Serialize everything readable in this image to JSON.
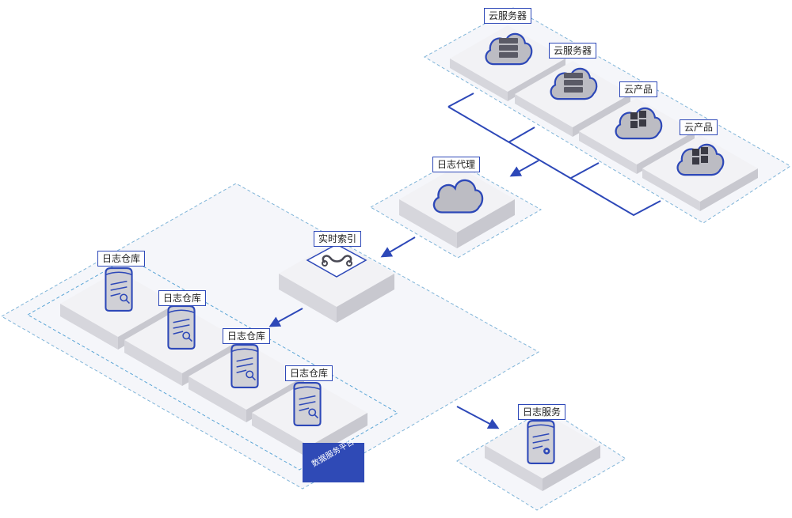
{
  "labels": {
    "cloud_server_1": "云服务器",
    "cloud_server_2": "云服务器",
    "cloud_product_1": "云产品",
    "cloud_product_2": "云产品",
    "log_agent": "日志代理",
    "realtime_index": "实时索引",
    "log_repo_1": "日志仓库",
    "log_repo_2": "日志仓库",
    "log_repo_3": "日志仓库",
    "log_repo_4": "日志仓库",
    "log_service": "日志服务",
    "data_platform": "数据服务平台"
  },
  "icons": {
    "cloud_server": "cloud-server-icon",
    "cloud_product": "cloud-grid-icon",
    "log_agent": "cloud-icon",
    "realtime_index": "infinity-icon",
    "log_repo": "document-search-icon",
    "log_service": "document-gear-icon"
  },
  "colors": {
    "accent": "#2f4ab6",
    "connector": "#2d48b8",
    "dashed_region": "#7fb4d8",
    "block_top": "#f2f2f5",
    "block_left": "#d6d6dc",
    "block_right": "#c8c8cf"
  }
}
